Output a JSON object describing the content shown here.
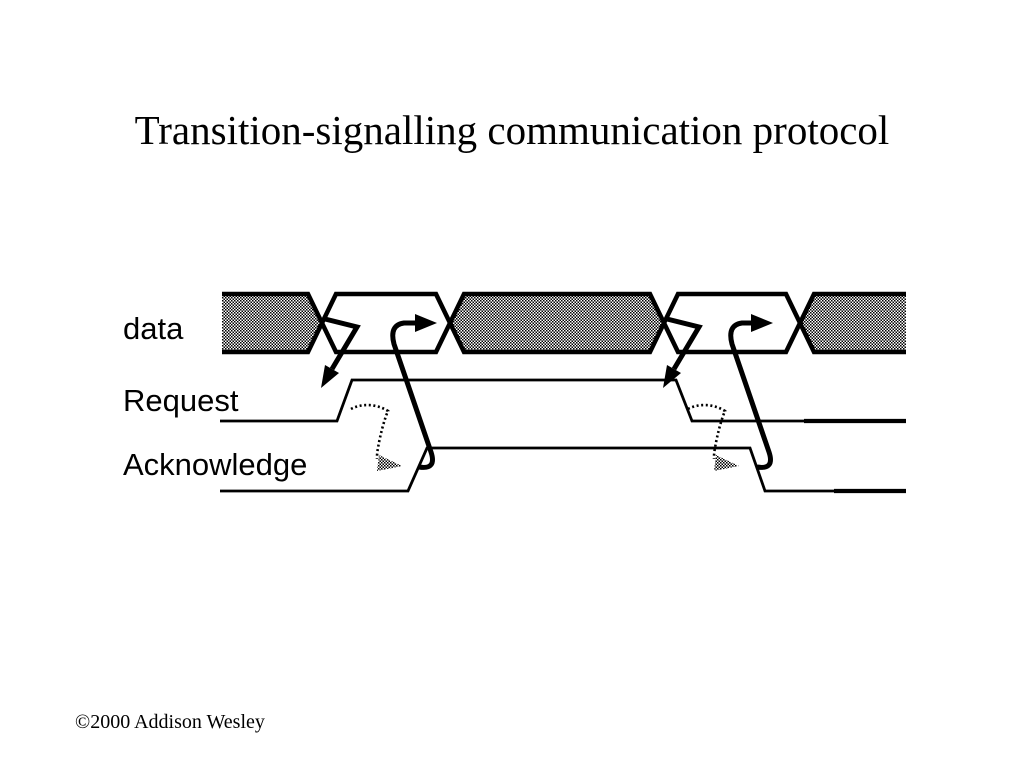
{
  "slide": {
    "title": "Transition-signalling communication protocol",
    "copyright": "©2000 Addison Wesley"
  },
  "colors": {
    "ink": "#000000",
    "background": "#ffffff"
  },
  "diagram": {
    "type": "timing-diagram",
    "signals": [
      {
        "label": "data",
        "kind": "bus",
        "regions": [
          "changing",
          "valid",
          "changing",
          "valid",
          "changing"
        ]
      },
      {
        "label": "Request",
        "kind": "line",
        "sequence": [
          "low",
          "rise",
          "high",
          "fall",
          "low"
        ]
      },
      {
        "label": "Acknowledge",
        "kind": "line",
        "sequence": [
          "low",
          "rise",
          "high",
          "fall",
          "low"
        ]
      }
    ],
    "arrows": [
      {
        "name": "data-valid-to-request-rise",
        "style": "solid-bold"
      },
      {
        "name": "request-rise-to-acknowledge-rise",
        "style": "dotted"
      },
      {
        "name": "acknowledge-rise-to-data-change",
        "style": "solid-bold"
      },
      {
        "name": "data-valid-to-request-fall",
        "style": "solid-bold"
      },
      {
        "name": "request-fall-to-acknowledge-fall",
        "style": "dotted"
      },
      {
        "name": "acknowledge-fall-to-data-change",
        "style": "solid-bold"
      }
    ]
  }
}
